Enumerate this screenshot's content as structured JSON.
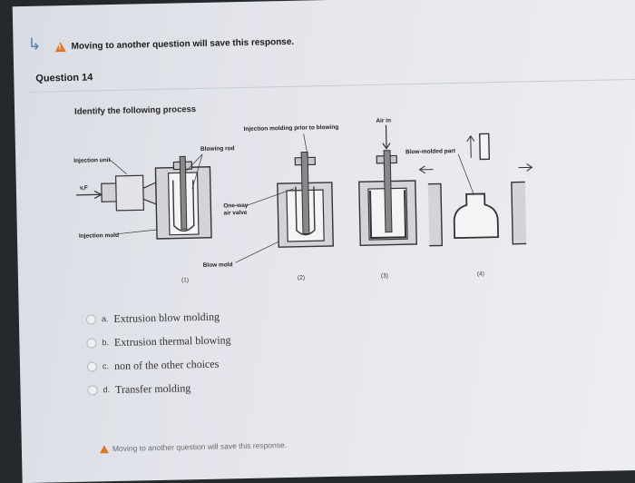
{
  "header": {
    "notice": "Moving to another question will save this response."
  },
  "question": {
    "title": "Question 14",
    "prompt": "Identify the following process"
  },
  "diagram": {
    "labels": {
      "injection_unit": "Injection unit",
      "blowing_rod": "Blowing rod",
      "injection_molding_prior": "Injection molding prior to blowing",
      "air_in": "Air in",
      "blow_molded_part": "Blow-molded part",
      "one_way_valve_1": "One-way",
      "one_way_valve_2": "air valve",
      "injection_mold": "Injection mold",
      "blow_mold": "Blow mold",
      "vf": "v,F"
    },
    "steps": [
      "(1)",
      "(2)",
      "(3)",
      "(4)"
    ]
  },
  "options": [
    {
      "letter": "a.",
      "text": "Extrusion blow molding"
    },
    {
      "letter": "b.",
      "text": "Extrusion thermal blowing"
    },
    {
      "letter": "c.",
      "text": "non of the other choices"
    },
    {
      "letter": "d.",
      "text": "Transfer molding"
    }
  ],
  "footer": {
    "notice": "Moving to another question will save this response."
  }
}
